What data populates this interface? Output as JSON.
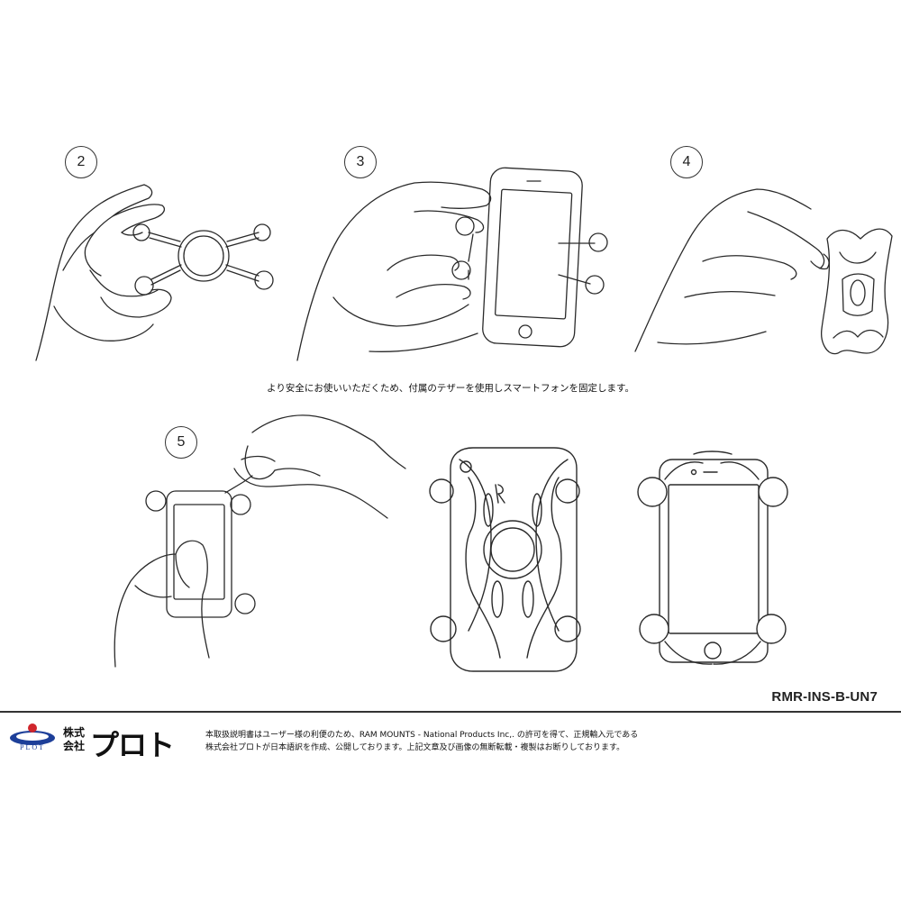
{
  "steps": {
    "step2": "2",
    "step3": "3",
    "step4": "4",
    "step5": "5"
  },
  "instruction": "より安全にお使いいただくため、付属のテザーを使用しスマートフォンを固定します。",
  "model_code": "RMR-INS-B-UN7",
  "company": {
    "logo_text": "PLOT",
    "name_prefix_line1": "株式",
    "name_prefix_line2": "会社",
    "name_main": "プロト"
  },
  "notice": {
    "line1": "本取扱説明書はユーザー様の利便のため、RAM MOUNTS - National Products Inc,. の許可を得て、正規輸入元である",
    "line2": "株式会社プロトが日本語訳を作成、公開しております。上記文章及び画像の無断転載・複製はお断りしております。"
  },
  "colors": {
    "line_art": "#2a2a2a",
    "logo_blue": "#1d3f99",
    "logo_red": "#d0262c"
  }
}
